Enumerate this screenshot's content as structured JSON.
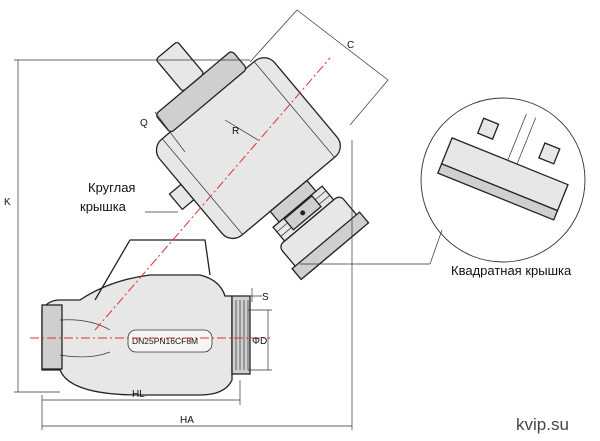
{
  "title": "",
  "labels": {
    "dim_c": "C",
    "dim_q": "Q",
    "dim_r": "R",
    "dim_k": "K",
    "dim_s": "S",
    "dim_phid": "ΦD",
    "dim_hl": "HL",
    "dim_ha": "HA",
    "round_cap_line1": "Круглая",
    "round_cap_line2": "крышка",
    "square_cap": "Квадратная крышка",
    "body_marking": "DN25PN16CF8M",
    "watermark": "kvip.su"
  },
  "colors": {
    "outline": "#222222",
    "axis": "#e03030",
    "fill": "#e7e7e7"
  }
}
